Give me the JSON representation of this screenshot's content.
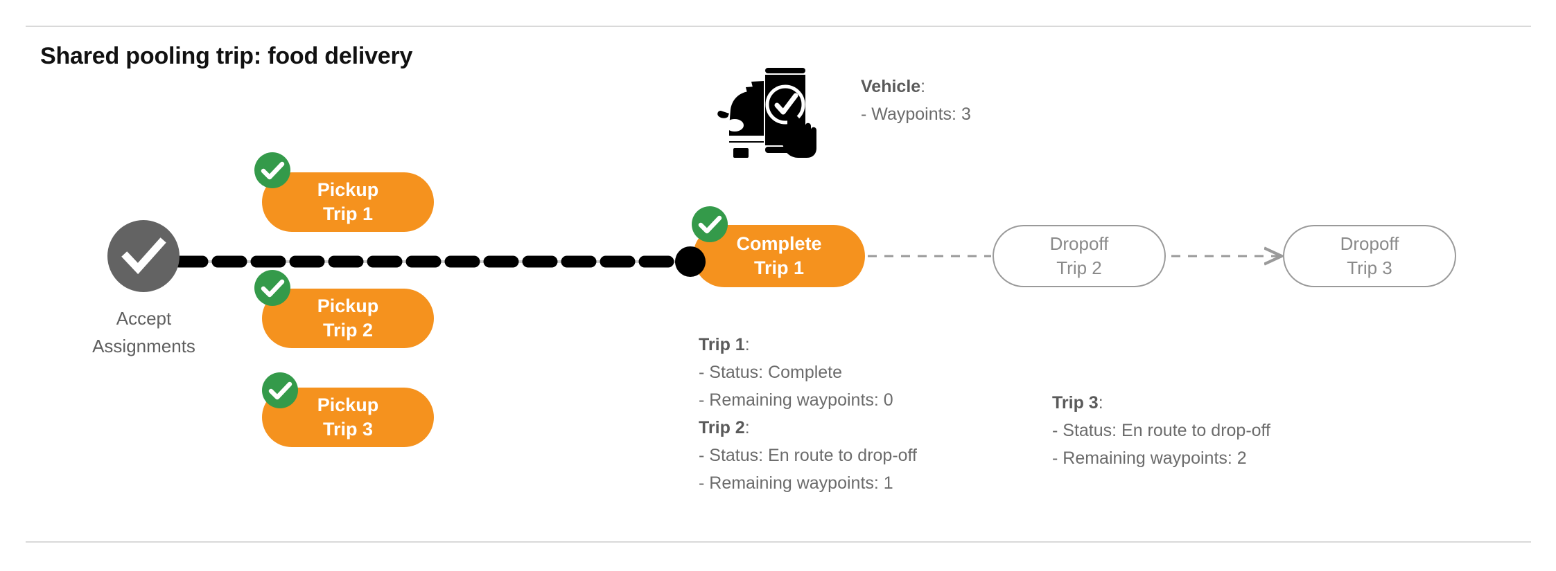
{
  "page": {
    "title": "Shared pooling trip: food delivery"
  },
  "colors": {
    "orange": "#f5921e",
    "green": "#349a4a",
    "gray_node": "#636363",
    "outline_gray": "#9a9a9a",
    "text_gray": "#6b6b6b",
    "rule_gray": "#d9d9d9",
    "black": "#000000"
  },
  "flow": {
    "start_node": {
      "icon": "check-circle-icon",
      "label_line1": "Accept",
      "label_line2": "Assignments"
    },
    "pickups": [
      {
        "line1": "Pickup",
        "line2": "Trip 1",
        "status_icon": "check-badge-icon",
        "completed": true
      },
      {
        "line1": "Pickup",
        "line2": "Trip 2",
        "status_icon": "check-badge-icon",
        "completed": true
      },
      {
        "line1": "Pickup",
        "line2": "Trip 3",
        "status_icon": "check-badge-icon",
        "completed": true
      }
    ],
    "complete_node": {
      "line1": "Complete",
      "line2": "Trip 1",
      "status_icon": "check-badge-icon",
      "completed": true
    },
    "dropoffs": [
      {
        "line1": "Dropoff",
        "line2": "Trip 2",
        "completed": false
      },
      {
        "line1": "Dropoff",
        "line2": "Trip 3",
        "completed": false
      }
    ]
  },
  "vehicle": {
    "icon": "car-phone-check-icon",
    "heading": "Vehicle",
    "heading_suffix": ":",
    "waypoints_line": "- Waypoints: 3",
    "waypoints": 3
  },
  "trip_details": [
    {
      "heading": "Trip 1",
      "heading_suffix": ":",
      "status_line": "- Status:  Complete",
      "waypoints_line": "- Remaining waypoints: 0",
      "status": "Complete",
      "remaining_waypoints": 0
    },
    {
      "heading": "Trip 2",
      "heading_suffix": ":",
      "status_line": "- Status:  En route to drop-off",
      "waypoints_line": "- Remaining waypoints: 1",
      "status": "En route to drop-off",
      "remaining_waypoints": 1
    },
    {
      "heading": "Trip 3",
      "heading_suffix": ":",
      "status_line": "- Status:  En route to drop-off",
      "waypoints_line": "- Remaining waypoints: 2",
      "status": "En route to drop-off",
      "remaining_waypoints": 2
    }
  ]
}
